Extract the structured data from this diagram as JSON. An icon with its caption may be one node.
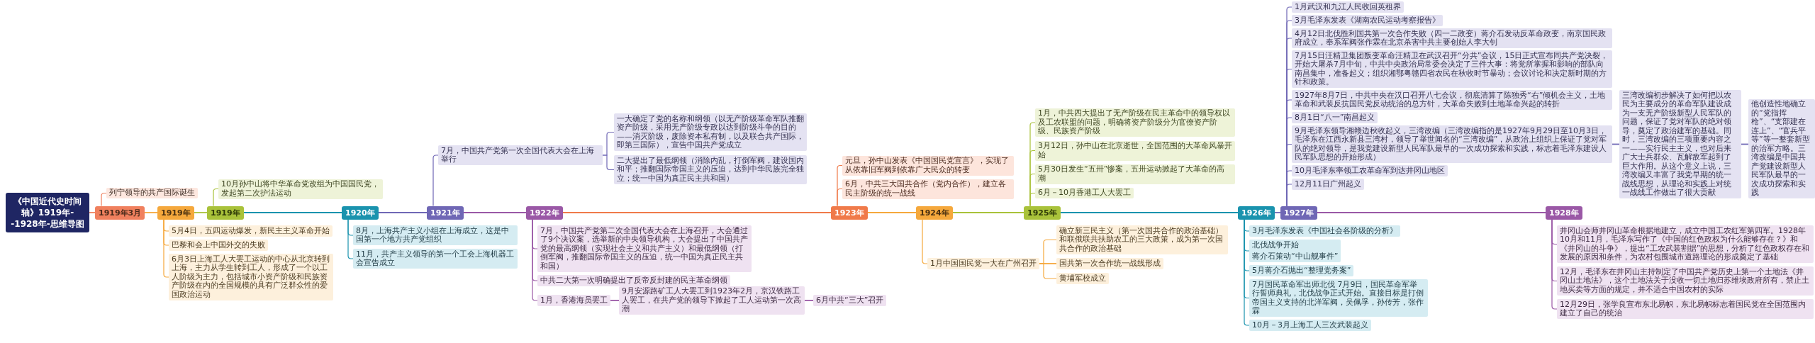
{
  "diagram": {
    "nodes": [
      {
        "text": [
          "《中国近代史时间轴》1919年--1928年-思维导图"
        ]
      },
      {
        "text": [
          "1919年3月"
        ]
      },
      {
        "text": [
          "列宁领导的共产国际诞生"
        ]
      },
      {
        "text": [
          "1919年"
        ]
      },
      {
        "text": [
          "5月4日，五四运动爆发，新民主主义革命开始"
        ]
      },
      {
        "text": [
          "巴黎和会上中国外交的失败"
        ]
      },
      {
        "text": [
          "6月3日上海工人大罢工运动的中心从北京转到上海，主力从学生转到工人，形成了一个以工人阶级为主力，包括城市小资产阶级和民族资产阶级在内的全国规模的具有广泛群众性的爱国政治运动"
        ]
      },
      {
        "text": [
          "1919年"
        ]
      },
      {
        "text": [
          "10月孙中山将中华革命党改组为中国国民党，发起第二次护法运动"
        ]
      },
      {
        "text": [
          "1920年"
        ]
      },
      {
        "text": [
          "8月，上海共产主义小组在上海成立，这是中国第一个地方共产党组织"
        ]
      },
      {
        "text": [
          "11月，共产主义领导的第一个工会上海机器工会宣告成立"
        ]
      },
      {
        "text": [
          "1921年"
        ]
      },
      {
        "text": [
          "7月，中国共产党第一次全国代表大会在上海举行"
        ]
      },
      {
        "text": [
          "一大确定了党的名称和纲领（以无产阶级革命军队推翻资产阶级，采用无产阶级专政以达到阶级斗争的目的——消灭阶级，废除资本私有制，以及联合共产国际，即第三国际），宣告中国共产党成立"
        ]
      },
      {
        "text": [
          "二大提出了最低纲领（消除内乱，打倒军阀，建设国内和平；推翻国际帝国主义的压迫，达到中华民族完全独立；统一中国为真正民主共和国）"
        ]
      },
      {
        "text": [
          "1922年"
        ]
      },
      {
        "text": [
          "7月，中国共产党第二次全国代表大会在上海召开，大会通过了9个决议案，选举新的中央领导机构，大会提出了中国共产党的最高纲领（实现社会主义和共产主义）和最低纲领（打倒军阀，推翻国际帝国主义的压迫，统一中国为真正民主共和国）"
        ]
      },
      {
        "text": [
          "中共二大第一次明确提出了反帝反封建的民主革命纲领"
        ]
      },
      {
        "text": [
          "1月，香港海员罢工"
        ]
      },
      {
        "text": [
          "9月安源路矿工人大罢工到1923年2月，京汉铁路工人罢工，在共产党的领导下掀起了工人运动第一次高潮"
        ]
      },
      {
        "text": [
          "6月中共“三大”召开"
        ]
      },
      {
        "text": [
          "1923年"
        ]
      },
      {
        "text": [
          "元旦，孙中山发表《中国国民党宣言》，实现了从依靠旧军阀到依靠广大民众的转变"
        ]
      },
      {
        "text": [
          "6月，中共三大国共合作（党内合作），建立各民主阶级的统一战线"
        ]
      },
      {
        "text": [
          "1924年"
        ]
      },
      {
        "text": [
          "1月中国国民党一大在广州召开"
        ]
      },
      {
        "text": [
          "确立新三民主义（第一次国共合作的政治基础）和联俄联共扶助农工的三大政策，成为第一次国共合作的政治基础"
        ]
      },
      {
        "text": [
          "国共第一次合作统一战线形成"
        ]
      },
      {
        "text": [
          "黄埔军校成立"
        ]
      },
      {
        "text": [
          "1925年"
        ]
      },
      {
        "text": [
          "1月，中共四大提出了无产阶级在民主革命中的领导权以及工农联盟的问题，明确将资产阶级分为官僚资产阶级、民族资产阶级"
        ]
      },
      {
        "text": [
          "3月12日，孙中山在北京逝世，全国范围的大革命风暴开始"
        ]
      },
      {
        "text": [
          "5月30日发生“五卅”惨案，五卅运动掀起了大革命的高潮"
        ]
      },
      {
        "text": [
          "6月－10月香港工人大罢工"
        ]
      },
      {
        "text": [
          "1926年"
        ]
      },
      {
        "text": [
          "3月毛泽东发表《中国社会各阶级的分析》"
        ]
      },
      {
        "text": [
          "北伐战争开始",
          "蒋介石策动“中山舰事件”"
        ]
      },
      {
        "text": [
          "5月蒋介石抛出“整理党务案”"
        ]
      },
      {
        "text": [
          "7月国民革命军出师北伐 7月9日，国民革命军举行誓师典礼，北伐战争正式开始。直接目标是打倒帝国主义支持的北洋军阀，吴佩孚，孙传芳，张作霖"
        ]
      },
      {
        "text": [
          "10月－3月上海工人三次武装起义"
        ]
      },
      {
        "text": [
          "1927年"
        ]
      },
      {
        "text": [
          "1月武汉和九江人民收回英租界"
        ]
      },
      {
        "text": [
          "3月毛泽东发表《湖南农民运动考察报告》"
        ]
      },
      {
        "text": [
          "4月12日北伐胜利国共第一次合作失败（四一二政变）蒋介石发动反革命政变，南京国民政府成立，奉系军阀张作霖在北京杀害中共主要创始人李大钊"
        ]
      },
      {
        "text": [
          "7月15日汪精卫集团叛变革命汪精卫在武汉召开“分共”会议，15日正式宣布同共产党决裂，开始大屠杀7月中旬，中共中央政治局常委会决定了三件大事：将党所掌握和影响的部队向南昌集中，准备起义；组织湘鄂粤赣四省农民在秋收时节暴动；会议讨论和决定新时期的方针和政策。"
        ]
      },
      {
        "text": [
          "1927年8月7日，中共中央在汉口召开八七会议，彻底清算了陈独秀“右”倾机会主义，土地革命和武装反抗国民党反动统治的总方针，大革命失败到土地革命兴起的转折"
        ]
      },
      {
        "text": [
          "8月1日“八一”南昌起义"
        ]
      },
      {
        "text": [
          "9月毛泽东领导湘赣边秋收起义，三湾改编（三湾改编指的是1927年9月29日至10月3日，毛泽东在江西永新县三湾村，领导了举世闻名的“三湾改编”，从政治上组织上保证了党对军队的绝对领导，是我党建设新型人民军队最早的一次成功探索和实践，标志着毛泽东建设人民军队思想的开始形成）"
        ]
      },
      {
        "text": [
          "三湾改编初步解决了如何把以农民为主要成分的革命军队建设成为一支无产阶级新型人民军队的问题，保证了党对军队的绝对领导，奠定了政治建军的基础。同时，三湾改编的三项重要内容之一——实行民主主义，也对后来广大士兵群众、瓦解敌军起到了巨大作用。从这个意义上说，三湾改编又丰富了我党早期的统一战线思想，从理论和实践上对统一战线工作做出了很大贡献"
        ]
      },
      {
        "text": [
          "他创造性地确立的“党指挥枪”、“支部建在连上”、“官兵平等”等一整套新型的治军方略。三湾改编是中国共产党建设新型人民军队最早的一次成功探索和实践"
        ]
      },
      {
        "text": [
          "10月毛泽东率领工农革命军到达井冈山地区"
        ]
      },
      {
        "text": [
          "12月11日广州起义"
        ]
      },
      {
        "text": [
          "1928年"
        ]
      },
      {
        "text": [
          "井冈山会师井冈山革命根据地建立，成立中国工农红军第四军。1928年10月和11月，毛泽东写作了《中国的红色政权为什么能够存在？》和《井冈山的斗争》，提出“工农武装割据”的思想，分析了红色政权存在和发展的原因和条件，为农村包围城市道路理论的形成奠定了基础"
        ]
      },
      {
        "text": [
          "12月，毛泽东在井冈山主持制定了中国共产党历史上第一个土地法《井冈山土地法》，这个土地法关于没收一切土地归苏维埃政府所有，禁止土地买卖等方面的规定，并不适合中国农村的实际"
        ]
      },
      {
        "text": [
          "12月29日，张学良宣布东北易帜，东北易帜标志着国民党在全国范围内建立了自己的统治"
        ]
      }
    ],
    "edges": [
      {
        "from": 0,
        "to": 1,
        "arrow": "none",
        "color": "#f0805e"
      },
      {
        "from": 1,
        "to": 3,
        "arrow": "none",
        "color": "#f5a83c"
      },
      {
        "from": 3,
        "to": 7,
        "arrow": "none",
        "color": "#a9c23a"
      },
      {
        "from": 7,
        "to": 9,
        "arrow": "none",
        "color": "#1a93ae"
      },
      {
        "from": 9,
        "to": 12,
        "arrow": "none",
        "color": "#6f67b5"
      },
      {
        "from": 12,
        "to": 16,
        "arrow": "none",
        "color": "#9a58a6"
      },
      {
        "from": 16,
        "to": 22,
        "arrow": "none",
        "color": "#f07a4a"
      },
      {
        "from": 22,
        "to": 25,
        "arrow": "none",
        "color": "#f5a83c"
      },
      {
        "from": 25,
        "to": 30,
        "arrow": "none",
        "color": "#a9c23a"
      },
      {
        "from": 30,
        "to": 35,
        "arrow": "none",
        "color": "#1a93ae"
      },
      {
        "from": 35,
        "to": 41,
        "arrow": "none",
        "color": "#6f67b5"
      },
      {
        "from": 41,
        "to": 53,
        "arrow": "none",
        "color": "#9a58a6"
      },
      {
        "from": 1,
        "to": 2,
        "arrow": "none",
        "color": "#f0805e"
      },
      {
        "from": 3,
        "to": 4,
        "arrow": "none",
        "color": "#f5a83c"
      },
      {
        "from": 3,
        "to": 5,
        "arrow": "none",
        "color": "#f5a83c"
      },
      {
        "from": 3,
        "to": 6,
        "arrow": "none",
        "color": "#f5a83c"
      },
      {
        "from": 7,
        "to": 8,
        "arrow": "none",
        "color": "#a9c23a"
      },
      {
        "from": 9,
        "to": 10,
        "arrow": "none",
        "color": "#1a93ae"
      },
      {
        "from": 9,
        "to": 11,
        "arrow": "none",
        "color": "#1a93ae"
      },
      {
        "from": 12,
        "to": 13,
        "arrow": "none",
        "color": "#6f67b5"
      },
      {
        "from": 13,
        "to": 14,
        "arrow": "none",
        "color": "#6f67b5"
      },
      {
        "from": 13,
        "to": 15,
        "arrow": "none",
        "color": "#6f67b5"
      },
      {
        "from": 16,
        "to": 17,
        "arrow": "none",
        "color": "#9a58a6"
      },
      {
        "from": 16,
        "to": 18,
        "arrow": "none",
        "color": "#9a58a6"
      },
      {
        "from": 16,
        "to": 19,
        "arrow": "none",
        "color": "#9a58a6"
      },
      {
        "from": 19,
        "to": 20,
        "arrow": "none",
        "color": "#9a58a6"
      },
      {
        "from": 20,
        "to": 21,
        "arrow": "none",
        "color": "#9a58a6"
      },
      {
        "from": 22,
        "to": 23,
        "arrow": "none",
        "color": "#f07a4a"
      },
      {
        "from": 22,
        "to": 24,
        "arrow": "none",
        "color": "#f07a4a"
      },
      {
        "from": 25,
        "to": 26,
        "arrow": "none",
        "color": "#f5a83c"
      },
      {
        "from": 26,
        "to": 27,
        "arrow": "none",
        "color": "#f5a83c"
      },
      {
        "from": 26,
        "to": 28,
        "arrow": "none",
        "color": "#f5a83c"
      },
      {
        "from": 26,
        "to": 29,
        "arrow": "none",
        "color": "#f5a83c"
      },
      {
        "from": 30,
        "to": 31,
        "arrow": "none",
        "color": "#a9c23a"
      },
      {
        "from": 30,
        "to": 32,
        "arrow": "none",
        "color": "#a9c23a"
      },
      {
        "from": 30,
        "to": 33,
        "arrow": "none",
        "color": "#a9c23a"
      },
      {
        "from": 30,
        "to": 34,
        "arrow": "none",
        "color": "#a9c23a"
      },
      {
        "from": 35,
        "to": 36,
        "arrow": "none",
        "color": "#1a93ae"
      },
      {
        "from": 35,
        "to": 37,
        "arrow": "none",
        "color": "#1a93ae"
      },
      {
        "from": 35,
        "to": 38,
        "arrow": "none",
        "color": "#1a93ae"
      },
      {
        "from": 35,
        "to": 39,
        "arrow": "none",
        "color": "#1a93ae"
      },
      {
        "from": 35,
        "to": 40,
        "arrow": "none",
        "color": "#1a93ae"
      },
      {
        "from": 41,
        "to": 42,
        "arrow": "none",
        "color": "#6f67b5"
      },
      {
        "from": 41,
        "to": 43,
        "arrow": "none",
        "color": "#6f67b5"
      },
      {
        "from": 41,
        "to": 44,
        "arrow": "none",
        "color": "#6f67b5"
      },
      {
        "from": 41,
        "to": 45,
        "arrow": "none",
        "color": "#6f67b5"
      },
      {
        "from": 41,
        "to": 46,
        "arrow": "none",
        "color": "#6f67b5"
      },
      {
        "from": 41,
        "to": 47,
        "arrow": "none",
        "color": "#6f67b5"
      },
      {
        "from": 41,
        "to": 48,
        "arrow": "none",
        "color": "#6f67b5"
      },
      {
        "from": 48,
        "to": 49,
        "arrow": "none",
        "color": "#6f67b5"
      },
      {
        "from": 49,
        "to": 50,
        "arrow": "none",
        "color": "#6f67b5"
      },
      {
        "from": 41,
        "to": 51,
        "arrow": "none",
        "color": "#6f67b5"
      },
      {
        "from": 41,
        "to": 52,
        "arrow": "none",
        "color": "#6f67b5"
      },
      {
        "from": 53,
        "to": 54,
        "arrow": "none",
        "color": "#9a58a6"
      },
      {
        "from": 53,
        "to": 55,
        "arrow": "none",
        "color": "#9a58a6"
      },
      {
        "from": 53,
        "to": 56,
        "arrow": "none",
        "color": "#9a58a6"
      }
    ]
  }
}
